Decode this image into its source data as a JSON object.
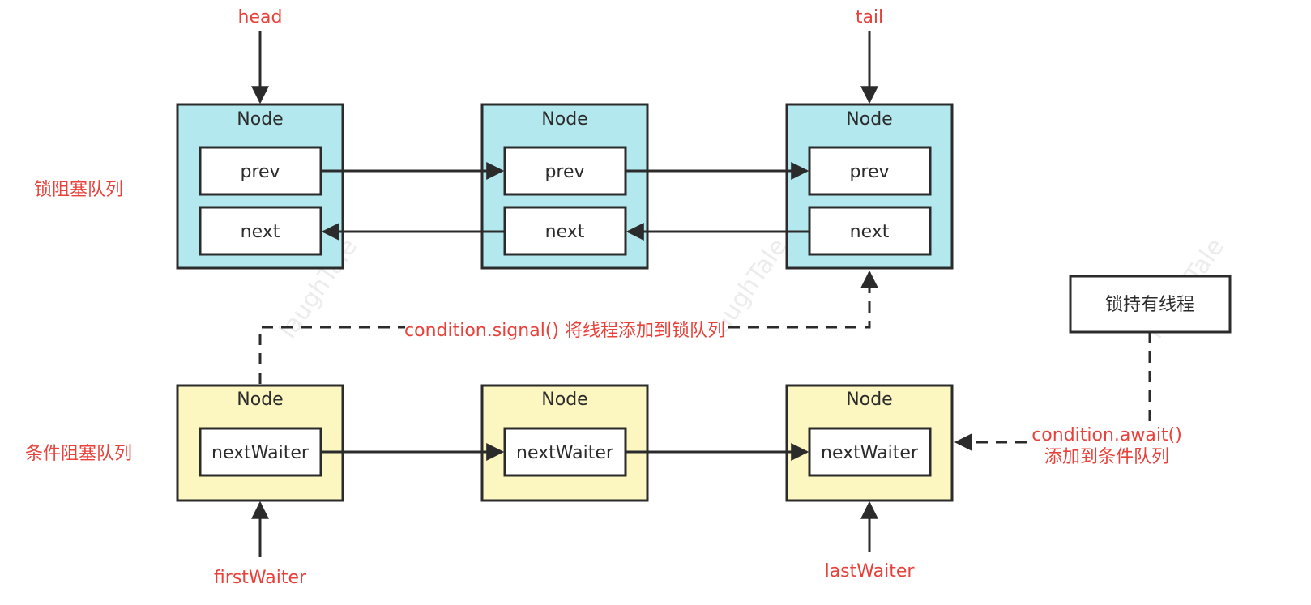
{
  "colors": {
    "accent_red": "#e8413a",
    "lock_node_fill": "#b3e8ef",
    "cond_node_fill": "#fcf6c0",
    "stroke": "#2b2b2b",
    "field_fill": "#ffffff"
  },
  "labels": {
    "head": "head",
    "tail": "tail",
    "lock_queue": "锁阻塞队列",
    "cond_queue": "条件阻塞队列",
    "signal": "condition.signal() 将线程添加到锁队列",
    "await_line1": "condition.await()",
    "await_line2": "添加到条件队列",
    "first_waiter": "firstWaiter",
    "last_waiter": "lastWaiter"
  },
  "lock_holder": {
    "label": "锁持有线程"
  },
  "lock_nodes": [
    {
      "title": "Node",
      "prev": "prev",
      "next": "next"
    },
    {
      "title": "Node",
      "prev": "prev",
      "next": "next"
    },
    {
      "title": "Node",
      "prev": "prev",
      "next": "next"
    }
  ],
  "cond_nodes": [
    {
      "title": "Node",
      "field": "nextWaiter"
    },
    {
      "title": "Node",
      "field": "nextWaiter"
    },
    {
      "title": "Node",
      "field": "nextWaiter"
    }
  ],
  "watermark": "laughTale"
}
